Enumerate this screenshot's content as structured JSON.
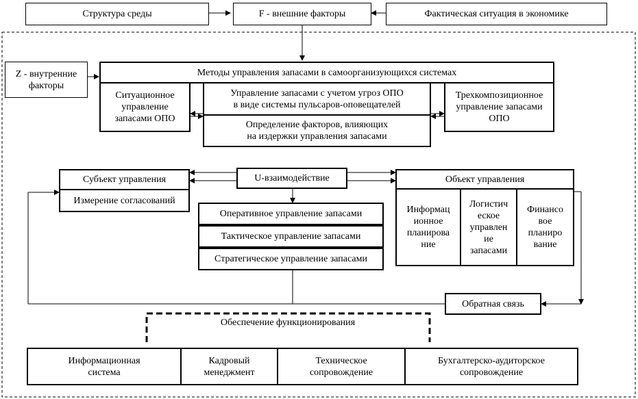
{
  "top": {
    "structure": "Структура среды",
    "external": "F - внешние факторы",
    "economy": "Фактическая ситуация в экономике"
  },
  "internal": {
    "line1": "Z - внутренние",
    "line2": "факторы"
  },
  "methods": {
    "title": "Методы управления запасами в самоорганизующихся системах",
    "situational": {
      "line1": "Ситуационное",
      "line2": "управление",
      "line3": "запасами ОПО"
    },
    "threats": {
      "line1": "Управление запасами с учетом угроз ОПО",
      "line2": "в виде системы пульсаров-оповещателей"
    },
    "factors": {
      "line1": "Определение факторов, влияющих",
      "line2": "на издержки управления запасами"
    },
    "three": {
      "line1": "Трехкомпозиционное",
      "line2": "управление запасами",
      "line3": "ОПО"
    }
  },
  "interaction": "U-взаимодействие",
  "subject": {
    "title": "Субъект управления",
    "measure": "Измерение согласований"
  },
  "object": {
    "title": "Объект управления",
    "info": {
      "line1": "Информац",
      "line2": "ионное",
      "line3": "планирова",
      "line4": "ние"
    },
    "logistics": {
      "line1": "Логистич",
      "line2": "еское",
      "line3": "управлен",
      "line4": "ие",
      "line5": "запасами"
    },
    "finance": {
      "line1": "Финансо",
      "line2": "вое",
      "line3": "планиро",
      "line4": "вание"
    }
  },
  "levels": {
    "operative": "Оперативное управление запасами",
    "tactical": "Тактическое управление запасами",
    "strategic": "Стратегическое управление запасами"
  },
  "feedback": "Обратная связь",
  "support": {
    "title": "Обеспечение функционирования",
    "info_system": {
      "line1": "Информационная",
      "line2": "система"
    },
    "hr": {
      "line1": "Кадровый",
      "line2": "менеджмент"
    },
    "tech": {
      "line1": "Техническое",
      "line2": "сопровождение"
    },
    "accounting": {
      "line1": "Бухгалтерско-аудиторское",
      "line2": "сопровождение"
    }
  }
}
